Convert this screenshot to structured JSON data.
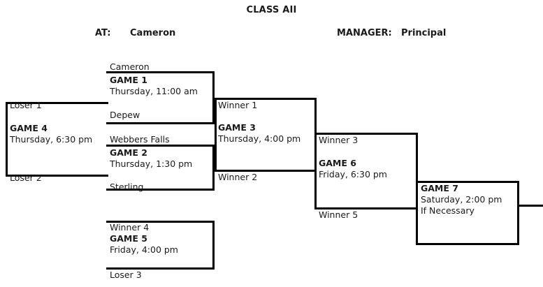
{
  "header": {
    "title": "CLASS AII",
    "at_label": "AT:",
    "at_value": "Cameron",
    "manager_label": "MANAGER:",
    "manager_value": "Principal"
  },
  "bracket": {
    "games": [
      {
        "id": "game-1",
        "name": "GAME 1",
        "time": "Thursday, 11:00 am",
        "note": "",
        "top_slot": "Cameron",
        "bottom_slot": "Depew"
      },
      {
        "id": "game-2",
        "name": "GAME 2",
        "time": "Thursday, 1:30 pm",
        "note": "",
        "top_slot": "Webbers Falls",
        "bottom_slot": "Sterling"
      },
      {
        "id": "game-3",
        "name": "GAME 3",
        "time": "Thursday, 4:00 pm",
        "note": "",
        "top_slot": "Winner 1",
        "bottom_slot": "Winner 2"
      },
      {
        "id": "game-4",
        "name": "GAME 4",
        "time": "Thursday, 6:30 pm",
        "note": "",
        "top_slot": "Loser 1",
        "bottom_slot": "Loser 2"
      },
      {
        "id": "game-5",
        "name": "GAME 5",
        "time": "Friday, 4:00 pm",
        "note": "",
        "top_slot": "Winner 4",
        "bottom_slot": "Loser 3"
      },
      {
        "id": "game-6",
        "name": "GAME 6",
        "time": "Friday, 6:30 pm",
        "note": "",
        "top_slot": "Winner 3",
        "bottom_slot": "Winner 5"
      },
      {
        "id": "game-7",
        "name": "GAME 7",
        "time": "Saturday, 2:00 pm",
        "note": "If  Necessary",
        "top_slot": "",
        "bottom_slot": ""
      }
    ]
  },
  "colors": {
    "line": "#000000",
    "text": "#1a1a1a",
    "background": "#ffffff"
  }
}
